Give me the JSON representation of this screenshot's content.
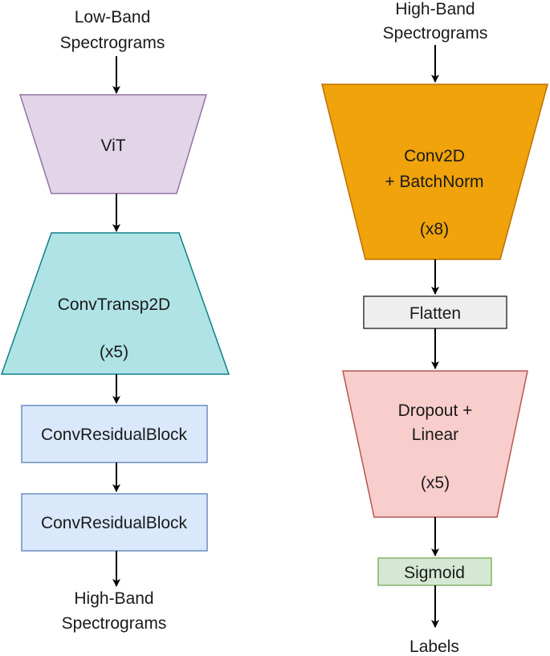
{
  "left": {
    "input_label": [
      "Low-Band",
      "Spectrograms"
    ],
    "vit": {
      "label": "ViT",
      "fill": "#e1d5e7",
      "stroke": "#9673a6"
    },
    "convtransp": {
      "label": "ConvTransp2D",
      "repeat": "(x5)",
      "fill": "#b0e3e6",
      "stroke": "#0e8088"
    },
    "resblocks": [
      {
        "label": "ConvResidualBlock"
      },
      {
        "label": "ConvResidualBlock"
      }
    ],
    "resblock_style": {
      "fill": "#dae8fc",
      "stroke": "#6c8ebf"
    },
    "output_label": [
      "High-Band",
      "Spectrograms"
    ]
  },
  "right": {
    "input_label": [
      "High-Band",
      "Spectrograms"
    ],
    "conv": {
      "label_lines": [
        "Conv2D",
        "+ BatchNorm"
      ],
      "repeat": "(x8)",
      "fill": "#f0a30a",
      "stroke": "#bd7000"
    },
    "flatten": {
      "label": "Flatten",
      "fill": "#eeeeee",
      "stroke": "#36393d"
    },
    "dropout": {
      "label_lines": [
        "Dropout +",
        "Linear"
      ],
      "repeat": "(x5)",
      "fill": "#f8cecc",
      "stroke": "#b85450"
    },
    "sigmoid": {
      "label": "Sigmoid",
      "fill": "#d5e8d4",
      "stroke": "#82b366"
    },
    "output_label": "Labels"
  },
  "arrow_color": "#000000"
}
